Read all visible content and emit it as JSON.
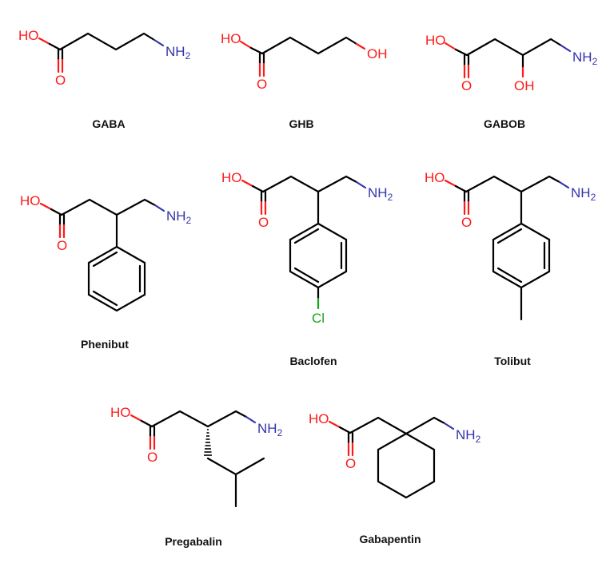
{
  "figure": {
    "title": "",
    "colors": {
      "carbon_bond": "#000000",
      "oxygen": "#ff1a1a",
      "nitrogen": "#3333aa",
      "chlorine": "#19a319",
      "label": "#111111"
    },
    "atom_labels": {
      "hydroxyl": "HO",
      "hydroxyl_right": "OH",
      "carbonyl_oxygen": "O",
      "amine_main": "NH",
      "amine_sub": "2",
      "chlorine": "Cl"
    },
    "molecules": [
      {
        "name": "GABA",
        "row": 1,
        "substituents": [
          "carboxylic acid",
          "amine"
        ]
      },
      {
        "name": "GHB",
        "row": 1,
        "substituents": [
          "carboxylic acid",
          "hydroxyl"
        ]
      },
      {
        "name": "GABOB",
        "row": 1,
        "substituents": [
          "carboxylic acid",
          "hydroxyl",
          "amine"
        ]
      },
      {
        "name": "Phenibut",
        "row": 2,
        "substituents": [
          "carboxylic acid",
          "phenyl",
          "amine"
        ]
      },
      {
        "name": "Baclofen",
        "row": 2,
        "substituents": [
          "carboxylic acid",
          "4-chlorophenyl",
          "amine"
        ]
      },
      {
        "name": "Tolibut",
        "row": 2,
        "substituents": [
          "carboxylic acid",
          "4-methylphenyl",
          "amine"
        ]
      },
      {
        "name": "Pregabalin",
        "row": 3,
        "substituents": [
          "carboxylic acid",
          "isobutyl (hashed wedge)",
          "amine"
        ]
      },
      {
        "name": "Gabapentin",
        "row": 3,
        "substituents": [
          "carboxylic acid",
          "cyclohexane",
          "amine"
        ]
      }
    ]
  }
}
